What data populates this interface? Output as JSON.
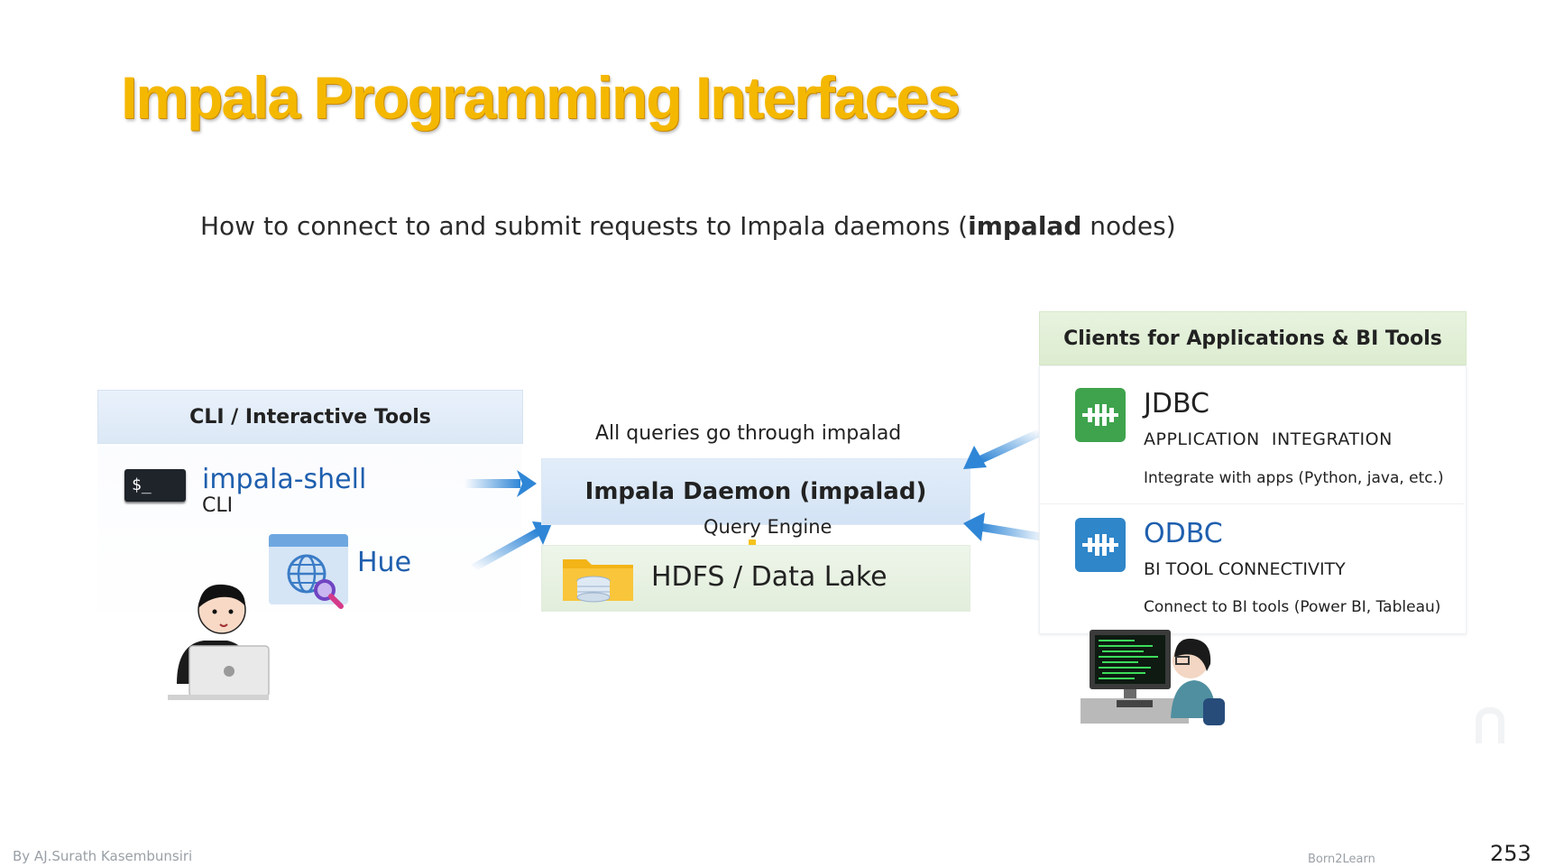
{
  "title": "Impala Programming Interfaces",
  "subtitle": {
    "before": "How to connect to and submit requests to Impala daemons (",
    "bold": "impalad",
    "after": " nodes)"
  },
  "left_panel": {
    "header": "CLI / Interactive Tools",
    "terminal_prompt": "$_",
    "shell_name": "impala-shell",
    "shell_sub": "CLI",
    "hue_name": "Hue",
    "icons": [
      "terminal-icon",
      "globe-search-icon",
      "person-laptop-illustration"
    ]
  },
  "center": {
    "note": "All queries go through impalad",
    "daemon": "Impala Daemon (impalad)",
    "engine": "Query Engine",
    "storage": "HDFS / Data Lake",
    "icons": [
      "folder-database-icon",
      "arrow-down-icon"
    ]
  },
  "right_panel": {
    "header": "Clients for Applications & BI Tools",
    "jdbc": {
      "name": "JDBC",
      "caption": "APPLICATION  INTEGRATION",
      "desc": "Integrate with apps (Python, java, etc.)",
      "color": "#3fa34d"
    },
    "odbc": {
      "name": "ODBC",
      "caption": "BI TOOL CONNECTIVITY",
      "desc": "Connect to BI tools (Power BI, Tableau)",
      "color": "#2f86c9"
    },
    "icons": [
      "developer-computer-illustration"
    ]
  },
  "footer": {
    "author": "By AJ.Surath Kasembunsiri",
    "brand": "Born2Learn",
    "page": "253"
  },
  "colors": {
    "title": "#f5b800",
    "link_blue": "#1f5fae",
    "arrow_blue": "#2f86d6",
    "arrow_yellow": "#f6c21c"
  }
}
